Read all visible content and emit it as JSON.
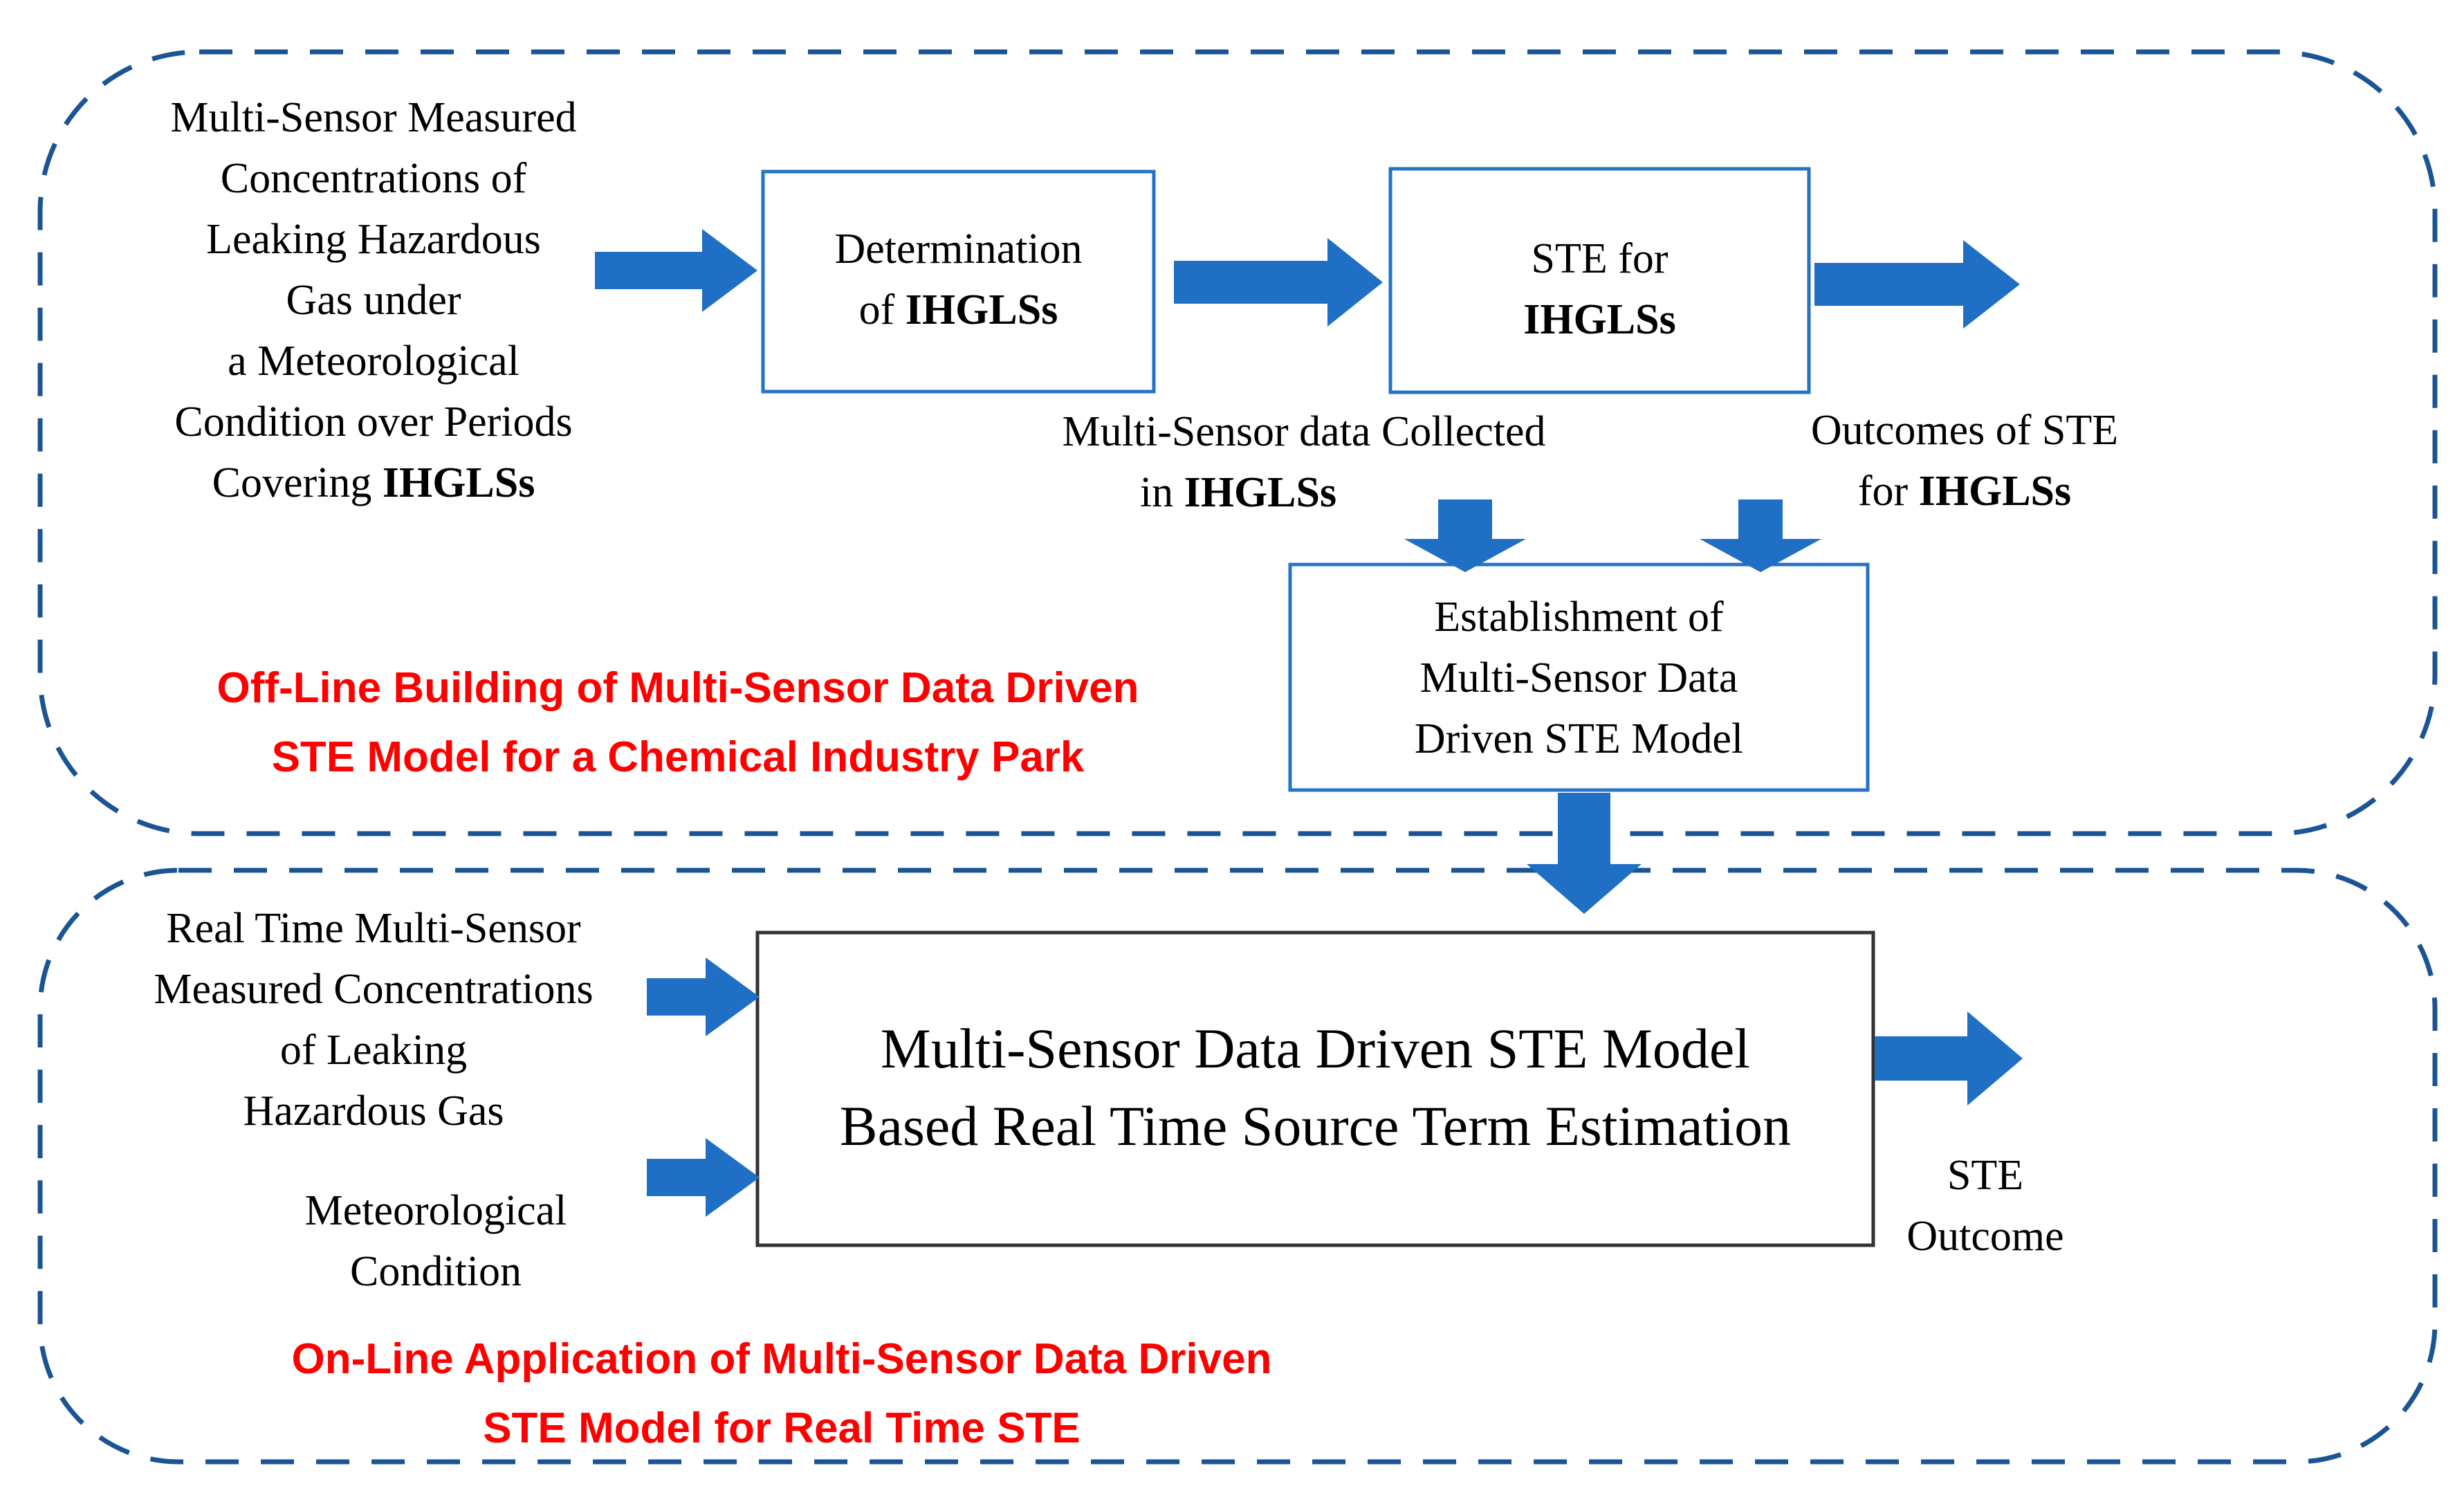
{
  "colors": {
    "arrow": "#1f6fc5",
    "panel_border": "#1b5494",
    "box_border": "#2573c2",
    "label_red": "#ff0000"
  },
  "offline_panel": {
    "title": [
      "Off-Line Building of Multi-Sensor Data Driven",
      "STE Model for a Chemical Industry Park"
    ],
    "input_text": [
      "Multi-Sensor Measured",
      "Concentrations of",
      "Leaking Hazardous",
      "Gas under",
      "a Meteorological",
      "Condition over Periods"
    ],
    "input_last_prefix": "Covering ",
    "input_last_bold": "IHGLSs",
    "determination_box": {
      "line1": "Determination",
      "line2_prefix": "of  ",
      "line2_bold": "IHGLSs"
    },
    "ste_box": {
      "line1": "STE for",
      "line2_bold": "IHGLSs"
    },
    "collected_label": {
      "line1": "Multi-Sensor data Collected",
      "line2_prefix": "in ",
      "line2_bold": "IHGLSs"
    },
    "outcomes_label": {
      "line1": "Outcomes of STE",
      "line2_prefix": "for ",
      "line2_bold": "IHGLSs"
    },
    "establishment_box": [
      "Establishment of",
      "Multi-Sensor Data",
      "Driven STE Model"
    ]
  },
  "online_panel": {
    "title": [
      "On-Line Application of Multi-Sensor Data Driven",
      "STE Model for Real Time STE"
    ],
    "realtime_input": [
      "Real Time Multi-Sensor",
      "Measured Concentrations",
      "of Leaking",
      "Hazardous Gas"
    ],
    "meteo_input": [
      "Meteorological",
      "Condition"
    ],
    "model_box": [
      "Multi-Sensor Data Driven STE Model",
      "Based Real Time Source Term Estimation"
    ],
    "outcome_label": [
      "STE",
      "Outcome"
    ]
  }
}
